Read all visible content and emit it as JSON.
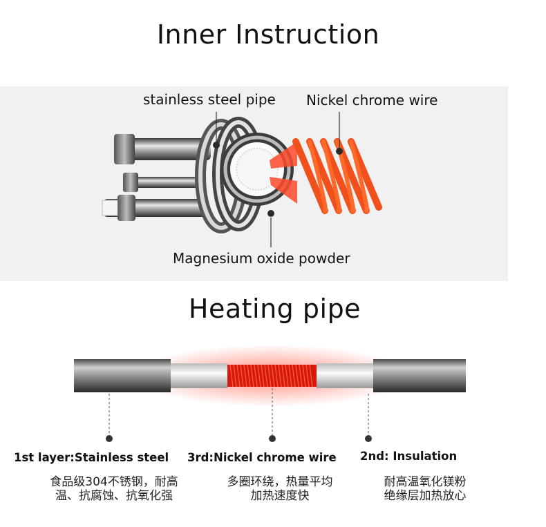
{
  "header": {
    "title": "Inner Instruction"
  },
  "top_diagram": {
    "labels": {
      "pipe": "stainless steel pipe",
      "wire": "Nickel chrome wire",
      "powder": "Magnesium oxide powder"
    }
  },
  "section2": {
    "title": "Heating pipe"
  },
  "layers": [
    {
      "name": "1st layer:Stainless steel",
      "desc1": "食品级304不锈钢，耐高",
      "desc2": "温、抗腐蚀、抗氧化强"
    },
    {
      "name": "3rd:Nickel chrome wire",
      "desc1": "多圈环绕，热量平均",
      "desc2": "加热速度快"
    },
    {
      "name": "2nd: Insulation",
      "desc1": "耐高温氧化镁粉",
      "desc2": "绝缘层加热放心"
    }
  ],
  "colors": {
    "heat": "#ff3a1a",
    "coil": "#e8250f",
    "steel": "#6f6f6f",
    "band": "#f1f1f1"
  }
}
